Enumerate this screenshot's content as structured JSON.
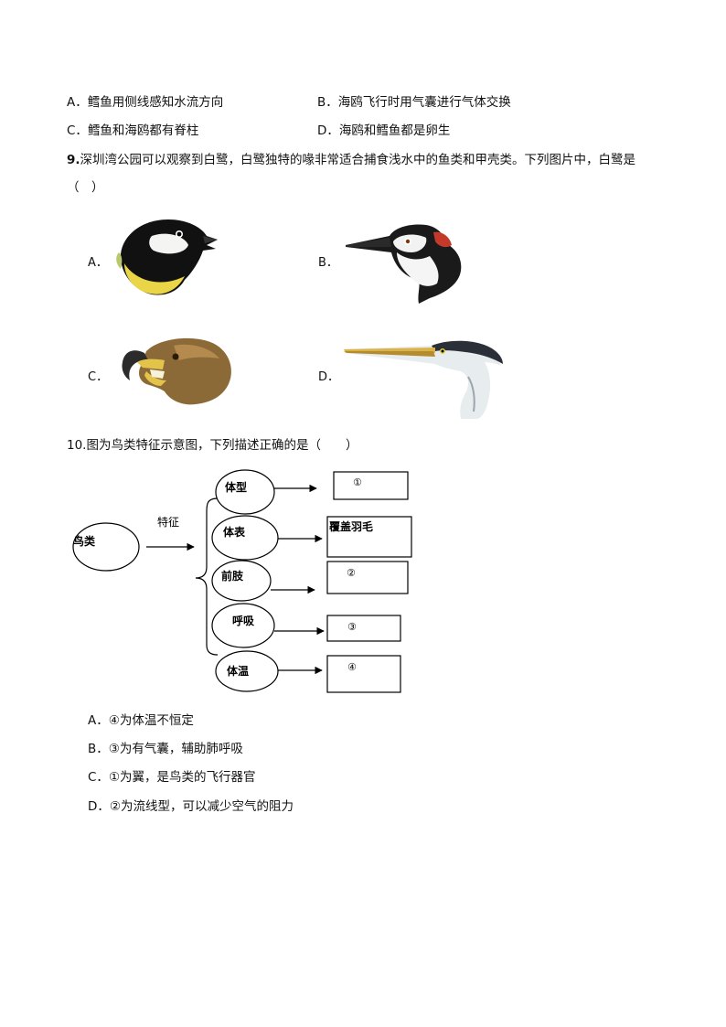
{
  "q8": {
    "options": [
      {
        "letter": "A．",
        "text": "鳕鱼用侧线感知水流方向"
      },
      {
        "letter": "B．",
        "text": "海鸥飞行时用气囊进行气体交换"
      },
      {
        "letter": "C．",
        "text": "鳕鱼和海鸥都有脊柱"
      },
      {
        "letter": "D．",
        "text": "海鸥和鳕鱼都是卵生"
      }
    ]
  },
  "q9": {
    "number": "9.",
    "stem": "深圳湾公园可以观察到白鹭，白鹭独特的喙非常适合捕食浅水中的鱼类和甲壳类。下列图片中，白鹭是",
    "paren": "（　）",
    "options": [
      {
        "letter": "A．",
        "image": "great-tit-head"
      },
      {
        "letter": "B．",
        "image": "woodpecker-head"
      },
      {
        "letter": "C．",
        "image": "eagle-head"
      },
      {
        "letter": "D．",
        "image": "heron-head"
      }
    ]
  },
  "q10": {
    "stem": "10.图为鸟类特征示意图，下列描述正确的是（　　）",
    "diagram": {
      "root": "鸟类",
      "arrow_label": "特征",
      "features": [
        "体型",
        "体表",
        "前肢",
        "呼吸",
        "体温"
      ],
      "boxes": [
        "①",
        "覆盖羽毛",
        "②",
        "③",
        "④"
      ]
    },
    "options": [
      {
        "letter": "A．",
        "text": "④为体温不恒定"
      },
      {
        "letter": "B．",
        "text": "③为有气囊，辅助肺呼吸"
      },
      {
        "letter": "C．",
        "text": "①为翼，是鸟类的飞行器官"
      },
      {
        "letter": "D．",
        "text": "②为流线型，可以减少空气的阻力"
      }
    ]
  }
}
